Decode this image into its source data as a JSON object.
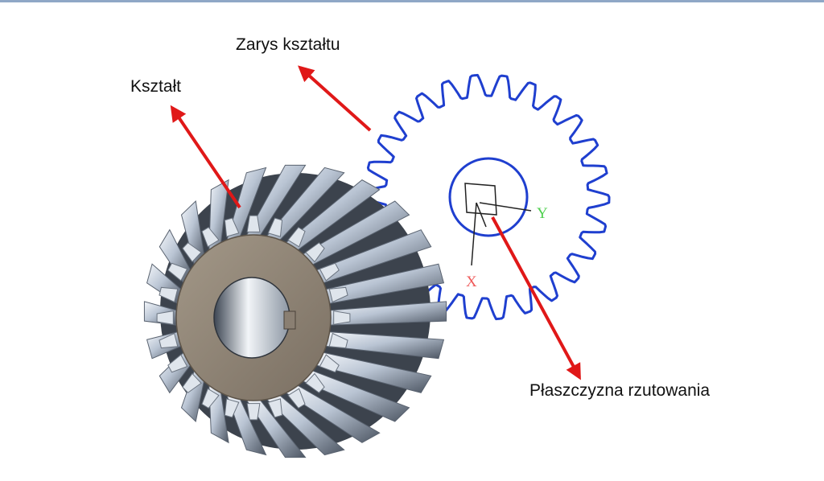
{
  "labels": {
    "shape": "Kształt",
    "shape_outline": "Zarys kształtu",
    "projection_plane": "Płaszczyzna rzutowania"
  },
  "axes": {
    "x_label": "X",
    "y_label": "Y",
    "x_color": "#ef5a5a",
    "y_color": "#4fcf4f"
  },
  "colors": {
    "outline": "#1f3fcf",
    "arrow": "#e01818",
    "gear_steel": "#b9c4d3",
    "gear_face": "#8e8274",
    "frame": "#8fa7c6"
  },
  "outline_gear": {
    "teeth": 26
  },
  "solid_gear": {
    "teeth": 24
  }
}
